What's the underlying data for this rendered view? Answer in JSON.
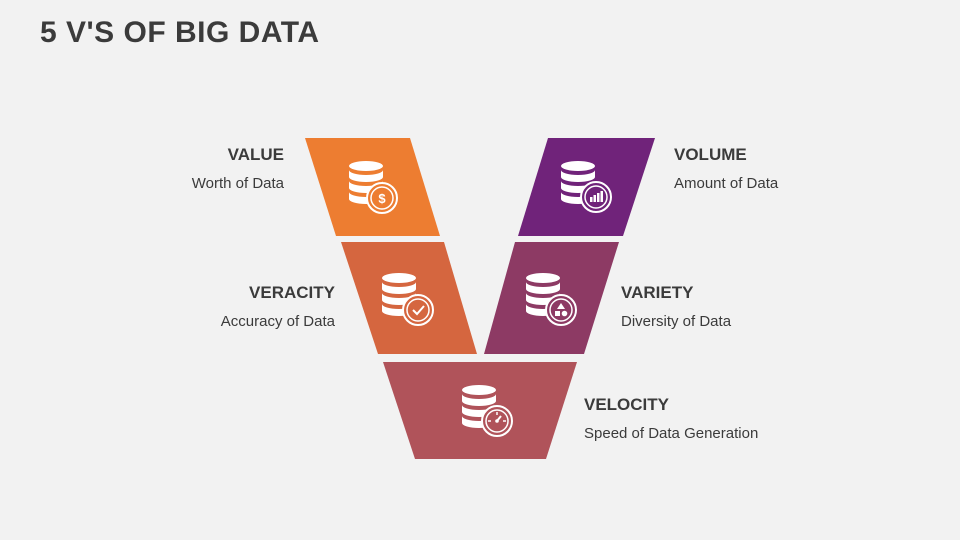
{
  "title": "5 V'S OF BIG DATA",
  "items": [
    {
      "key": "value",
      "name": "VALUE",
      "desc": "Worth of Data",
      "color": "#ed7d31",
      "icon": "dollar-icon"
    },
    {
      "key": "volume",
      "name": "VOLUME",
      "desc": "Amount of Data",
      "color": "#70237a",
      "icon": "bar-chart-icon"
    },
    {
      "key": "veracity",
      "name": "VERACITY",
      "desc": "Accuracy of Data",
      "color": "#d5663f",
      "icon": "checkmark-icon"
    },
    {
      "key": "variety",
      "name": "VARIETY",
      "desc": "Diversity of Data",
      "color": "#8d3a64",
      "icon": "shapes-icon"
    },
    {
      "key": "velocity",
      "name": "VELOCITY",
      "desc": "Speed of Data Generation",
      "color": "#b0535a",
      "icon": "speedometer-icon"
    }
  ]
}
